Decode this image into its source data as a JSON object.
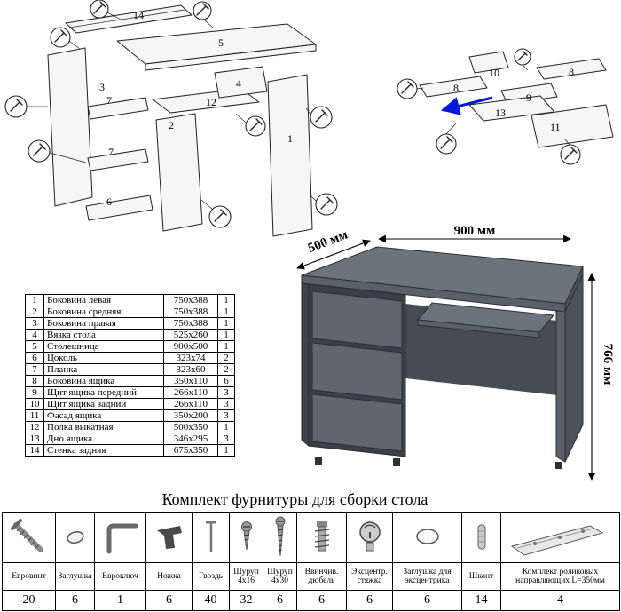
{
  "exploded_desk": {
    "labels": {
      "p14": "14",
      "p5": "5",
      "p3": "3",
      "p7a": "7",
      "p7b": "7",
      "p6": "6",
      "p12": "12",
      "p2": "2",
      "p4": "4",
      "p1": "1"
    }
  },
  "exploded_drawer": {
    "labels": {
      "p10": "10",
      "p8a": "8",
      "p8b": "8",
      "p9": "9",
      "p13": "13",
      "p11": "11"
    }
  },
  "desk_render": {
    "depth_label": "500 мм",
    "width_label": "900 мм",
    "height_label": "766 мм"
  },
  "parts_table": {
    "rows": [
      {
        "num": 1,
        "name": "Боковина левая",
        "size": "750x388",
        "qty": 1
      },
      {
        "num": 2,
        "name": "Боковина средняя",
        "size": "750x388",
        "qty": 1
      },
      {
        "num": 3,
        "name": "Боковина правая",
        "size": "750x388",
        "qty": 1
      },
      {
        "num": 4,
        "name": "Вязка стола",
        "size": "525x260",
        "qty": 1
      },
      {
        "num": 5,
        "name": "Столешница",
        "size": "900x500",
        "qty": 1
      },
      {
        "num": 6,
        "name": "Цоколь",
        "size": "323x74",
        "qty": 2
      },
      {
        "num": 7,
        "name": "Планка",
        "size": "323x60",
        "qty": 2
      },
      {
        "num": 8,
        "name": "Боковина ящика",
        "size": "350x110",
        "qty": 6
      },
      {
        "num": 9,
        "name": "Щит ящика передний",
        "size": "266x110",
        "qty": 3
      },
      {
        "num": 10,
        "name": "Щит ящика задний",
        "size": "266x110",
        "qty": 3
      },
      {
        "num": 11,
        "name": "Фасад ящика",
        "size": "350x200",
        "qty": 3
      },
      {
        "num": 12,
        "name": "Полка выкатная",
        "size": "500x350",
        "qty": 1
      },
      {
        "num": 13,
        "name": "Дно ящика",
        "size": "346x295",
        "qty": 3
      },
      {
        "num": 14,
        "name": "Стенка задняя",
        "size": "675x350",
        "qty": 1
      }
    ]
  },
  "hardware": {
    "title": "Комплект фурнитуры для сборки стола",
    "items": [
      {
        "name": "Евровинт",
        "qty": 20,
        "icon": "euro-screw-icon"
      },
      {
        "name": "Заглушка",
        "qty": 6,
        "icon": "cap-icon"
      },
      {
        "name": "Евроключ",
        "qty": 1,
        "icon": "allen-key-icon"
      },
      {
        "name": "Ножка",
        "qty": 6,
        "icon": "leg-icon"
      },
      {
        "name": "Гвоздь",
        "qty": 40,
        "icon": "nail-icon"
      },
      {
        "name": "Шуруп 4x16",
        "qty": 32,
        "icon": "screw-4x16-icon"
      },
      {
        "name": "Шуруп 4x30",
        "qty": 6,
        "icon": "screw-4x30-icon"
      },
      {
        "name": "Ввинчив. дюбель",
        "qty": 6,
        "icon": "screw-dowel-icon"
      },
      {
        "name": "Эксцентр. стяжка",
        "qty": 6,
        "icon": "cam-lock-icon"
      },
      {
        "name": "Заглушка для эксцентрика",
        "qty": 6,
        "icon": "cam-cap-icon"
      },
      {
        "name": "Шкант",
        "qty": 14,
        "icon": "dowel-pin-icon"
      },
      {
        "name": "Комплект роликовых направляющих L=350мм",
        "qty": 4,
        "icon": "roller-guides-icon"
      }
    ]
  }
}
